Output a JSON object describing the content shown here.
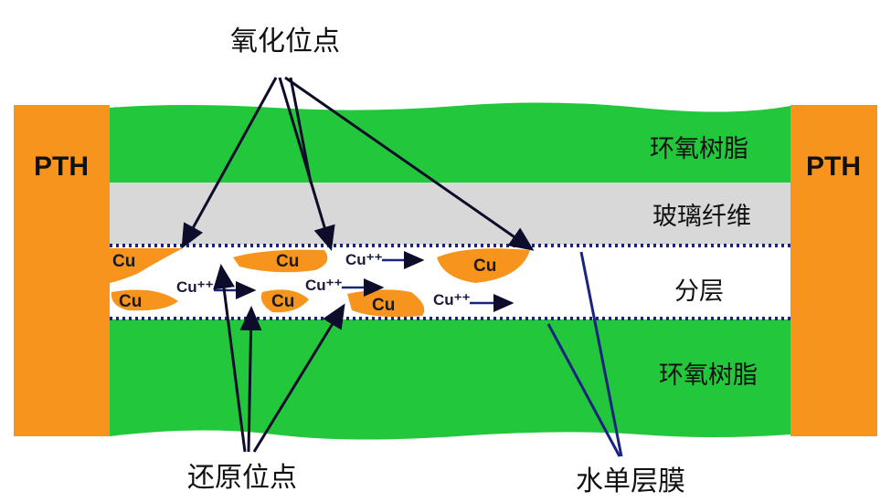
{
  "labels": {
    "oxidation_sites": "氧化位点",
    "reduction_sites": "还原位点",
    "water_monolayer": "水单层膜"
  },
  "layers": {
    "epoxy_top": "环氧树脂",
    "glass_fiber": "玻璃纤维",
    "delamination": "分层",
    "epoxy_bottom": "环氧树脂"
  },
  "pth": {
    "left": "PTH",
    "right": "PTH"
  },
  "copper": {
    "label": "Cu",
    "ion": "Cu⁺⁺"
  },
  "colors": {
    "pth": "#f7941d",
    "epoxy": "#23c73c",
    "glass": "#d8d8d8",
    "water_line": "#1a237e",
    "arrow": "#0d0d2b"
  }
}
